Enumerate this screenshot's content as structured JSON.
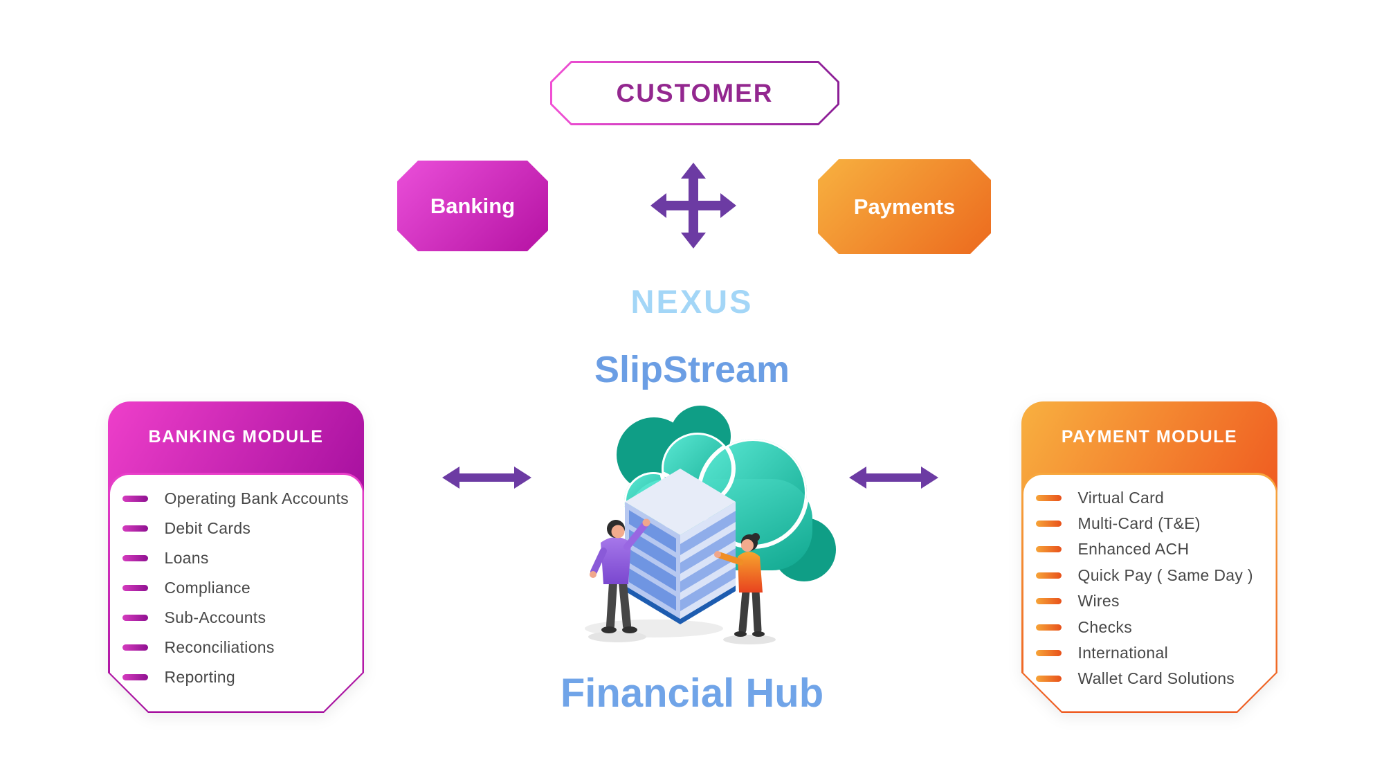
{
  "customer_box": {
    "label": "CUSTOMER"
  },
  "flow_boxes": {
    "banking_label": "Banking",
    "payments_label": "Payments"
  },
  "titles": {
    "nexus": "NEXUS",
    "slipstream": "SlipStream",
    "financial_hub": "Financial Hub"
  },
  "banking_module": {
    "title": "BANKING MODULE",
    "items": [
      "Operating Bank Accounts",
      "Debit Cards",
      "Loans",
      "Compliance",
      "Sub-Accounts",
      "Reconciliations",
      "Reporting"
    ]
  },
  "payment_module": {
    "title": "PAYMENT MODULE",
    "items": [
      "Virtual Card",
      "Multi-Card (T&E)",
      "Enhanced ACH",
      "Quick Pay ( Same Day )",
      "Wires",
      "Checks",
      "International",
      "Wallet Card Solutions"
    ]
  },
  "icons": {
    "cross_arrow": "four-way-arrow-icon",
    "left_arrow": "double-horizontal-arrow-icon",
    "right_arrow": "double-horizontal-arrow-icon",
    "illustration": "cloud-server-people-illustration"
  },
  "colors": {
    "customer_text": "#93278F",
    "customer_border_gradient": [
      "#F14FD4",
      "#8B1F96"
    ],
    "banking_box_gradient": [
      "#EA4FD9",
      "#B512A3"
    ],
    "payments_box_gradient": [
      "#F7B140",
      "#EC6A1E"
    ],
    "banking_module_gradient": [
      "#EE3FCA",
      "#A50F9E"
    ],
    "payment_module_gradient": [
      "#F8B040",
      "#EF5A20"
    ],
    "arrow_purple": "#6C3BA3",
    "nexus_blue": "#A3D6F7",
    "slipstream_blue": "#6B9EE4",
    "financial_hub_blue": "#70A4E8",
    "list_text": "#474747",
    "cloud_teal": "#2BD0BA",
    "cloud_dark_teal": "#0F9E86",
    "server_blue": "#CCD8F3"
  }
}
